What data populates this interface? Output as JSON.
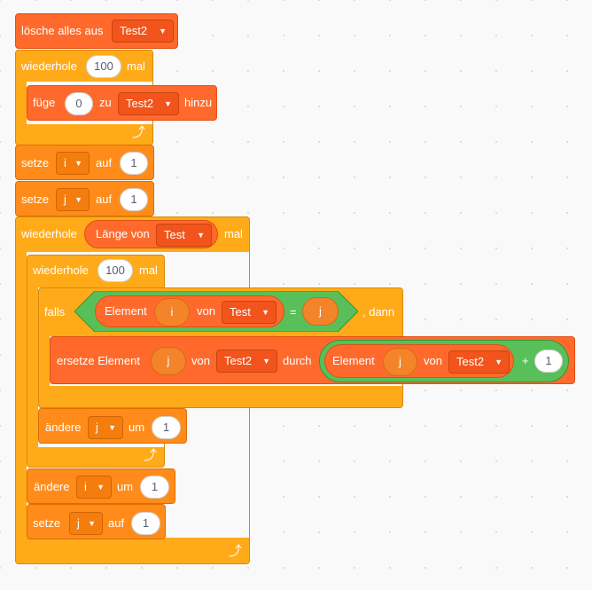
{
  "blocks": {
    "delete_all": {
      "label": "lösche alles aus",
      "list": "Test2"
    },
    "repeat1": {
      "label": "wiederhole",
      "count": "100",
      "suffix": "mal"
    },
    "add_item": {
      "label": "füge",
      "value": "0",
      "mid": "zu",
      "list": "Test2",
      "suffix": "hinzu"
    },
    "set_i": {
      "label": "setze",
      "var": "i",
      "mid": "auf",
      "value": "1"
    },
    "set_j": {
      "label": "setze",
      "var": "j",
      "mid": "auf",
      "value": "1"
    },
    "repeat_len": {
      "label": "wiederhole",
      "reporter_label": "Länge von",
      "list": "Test",
      "suffix": "mal"
    },
    "repeat2": {
      "label": "wiederhole",
      "count": "100",
      "suffix": "mal"
    },
    "if_block": {
      "label": "falls",
      "suffix": ", dann",
      "cond": {
        "label": "Element",
        "idx": "i",
        "mid": "von",
        "list": "Test",
        "op": "=",
        "rhs": "j"
      }
    },
    "replace": {
      "label": "ersetze Element",
      "idx": "j",
      "mid": "von",
      "list": "Test2",
      "mid2": "durch",
      "expr": {
        "label": "Element",
        "idx": "j",
        "mid": "von",
        "list": "Test2",
        "op": "+",
        "rhs": "1"
      }
    },
    "change_j": {
      "label": "ändere",
      "var": "j",
      "mid": "um",
      "value": "1"
    },
    "change_i": {
      "label": "ändere",
      "var": "i",
      "mid": "um",
      "value": "1"
    },
    "set_j2": {
      "label": "setze",
      "var": "j",
      "mid": "auf",
      "value": "1"
    }
  },
  "icons": {
    "dropdown": "▼",
    "loop_arrow": "⤴"
  },
  "colors": {
    "list": "#ff6a2c",
    "control": "#ffab19",
    "variables": "#ff8c1a",
    "operators": "#59c059"
  }
}
